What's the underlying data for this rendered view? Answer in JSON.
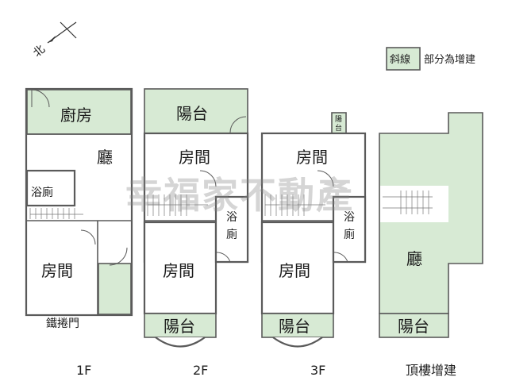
{
  "compass": {
    "north_label": "北"
  },
  "legend": {
    "swatch_text": "斜線",
    "text": "部分為增建",
    "color": "#d7ead4"
  },
  "watermark": "幸福家不動產",
  "floor1": {
    "label": "1F",
    "kitchen": "廚房",
    "living": "廳",
    "bath": "浴廁",
    "room": "房間",
    "gate": "鐵捲門"
  },
  "floor2": {
    "label": "2F",
    "balcony_back": "陽台",
    "room_back": "房間",
    "bath_a": "浴",
    "bath_b": "廁",
    "room_front": "房間",
    "balcony_front": "陽台"
  },
  "floor3": {
    "label": "3F",
    "small_a": "陽",
    "small_b": "台",
    "room_back": "房間",
    "bath_a": "浴",
    "bath_b": "廁",
    "room_front": "房間",
    "balcony_front": "陽台"
  },
  "rooftop": {
    "label": "頂樓增建",
    "living": "廳",
    "balcony": "陽台"
  }
}
